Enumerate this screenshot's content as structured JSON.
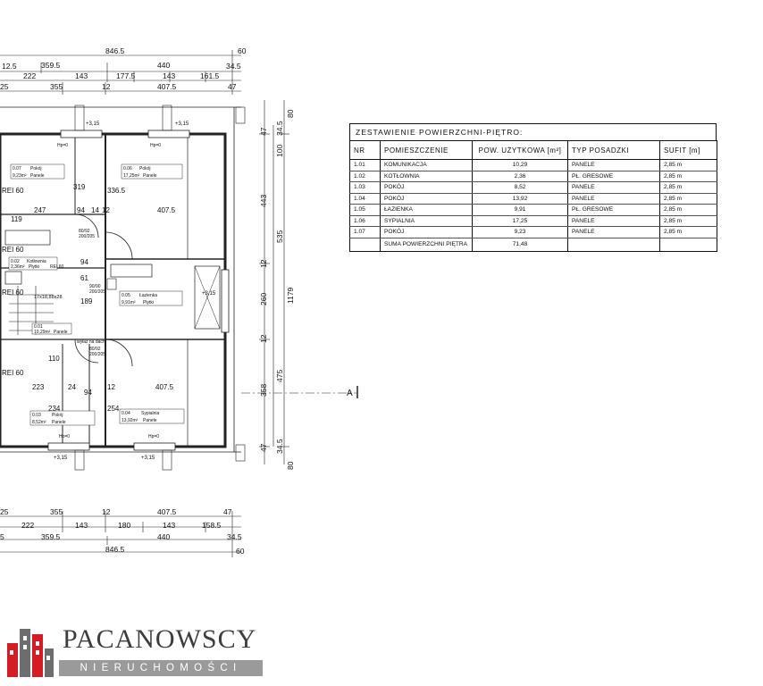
{
  "dimensions": {
    "top": [
      "846.5",
      "60",
      "12.5",
      "359.5",
      "440",
      "34.5",
      "222",
      "143",
      "177.5",
      "143",
      "161.5",
      "25",
      "355",
      "12",
      "407.5",
      "47"
    ],
    "bottom": [
      "25",
      "222",
      "355",
      "143",
      "12",
      "180",
      "407.5",
      "143",
      "47",
      "158.5",
      "5",
      "359.5",
      "440",
      "34.5",
      "846.5",
      "60"
    ],
    "right": [
      "47",
      "80",
      "34.5",
      "100",
      "443",
      "535",
      "12",
      "1179",
      "260",
      "12",
      "358",
      "475",
      "47",
      "34.5",
      "80"
    ]
  },
  "plan_labels": {
    "rooms": [
      {
        "name": "Pokój",
        "area": "9,23m²",
        "floor": "Panele",
        "nr": "0.07"
      },
      {
        "name": "Pokój",
        "area": "17,25m²",
        "floor": "Panele",
        "nr": "0.06"
      },
      {
        "name": "Kotłownia",
        "area": "2,36m²",
        "floor": "Płytki",
        "nr": "0.02"
      },
      {
        "name": "Łazienka",
        "area": "9,91m²",
        "floor": "Płytki",
        "nr": "0.05"
      },
      {
        "name": "Panele",
        "area": "10,29m²",
        "floor": "",
        "nr": "0.01"
      },
      {
        "name": "Pokój",
        "area": "8,52m²",
        "floor": "Panele",
        "nr": "0.03"
      },
      {
        "name": "Sypialnia",
        "area": "13,92m²",
        "floor": "Panele",
        "nr": "0.04"
      }
    ],
    "rei": [
      "REI 60",
      "REI 60",
      "REI 60",
      "REI 60",
      "REI 60"
    ],
    "hp": [
      "Hp=0",
      "Hp=0",
      "Hp=0",
      "Hp=0"
    ],
    "levels": [
      "+3,15",
      "+3,15",
      "+3,15",
      "+3,15",
      "+3,15"
    ],
    "misc": [
      "319",
      "247",
      "94",
      "14",
      "12",
      "119",
      "336.5",
      "407.5",
      "94",
      "61",
      "189",
      "223",
      "24",
      "94",
      "12",
      "407.5",
      "254",
      "234",
      "110",
      "17x18,88x28",
      "80/92",
      "200/205",
      "90/90",
      "200/205",
      "80/92",
      "200/205",
      "wyłaz na dach",
      "A"
    ]
  },
  "table": {
    "title": "ZESTAWIENIE POWIERZCHNI-PIĘTRO:",
    "headers": [
      "NR",
      "POMIESZCZENIE",
      "POW. UŻYTKOWA [m²]",
      "TYP POSADZKI",
      "SUFIT [m]"
    ],
    "rows": [
      [
        "1.01",
        "KOMUNIKACJA",
        "10,29",
        "PANELE",
        "2,85 m"
      ],
      [
        "1.02",
        "KOTŁOWNIA",
        "2,36",
        "PŁ. GRESOWE",
        "2,85 m"
      ],
      [
        "1.03",
        "POKÓJ",
        "8,52",
        "PANELE",
        "2,85 m"
      ],
      [
        "1.04",
        "POKÓJ",
        "13,92",
        "PANELE",
        "2,85 m"
      ],
      [
        "1.05",
        "ŁAZIENKA",
        "9,91",
        "PŁ. GRESOWE",
        "2,85 m"
      ],
      [
        "1.06",
        "SYPIALNIA",
        "17,25",
        "PANELE",
        "2,85 m"
      ],
      [
        "1.07",
        "POKÓJ",
        "9,23",
        "PANELE",
        "2,85 m"
      ]
    ],
    "sum_label": "SUMA POWIERZCHNI PIĘTRA",
    "sum_value": "71,48"
  },
  "logo": {
    "brand": "PACANOWSCY",
    "tagline": "NIERUCHOMOŚCI",
    "icon": "buildings-logo-icon"
  }
}
